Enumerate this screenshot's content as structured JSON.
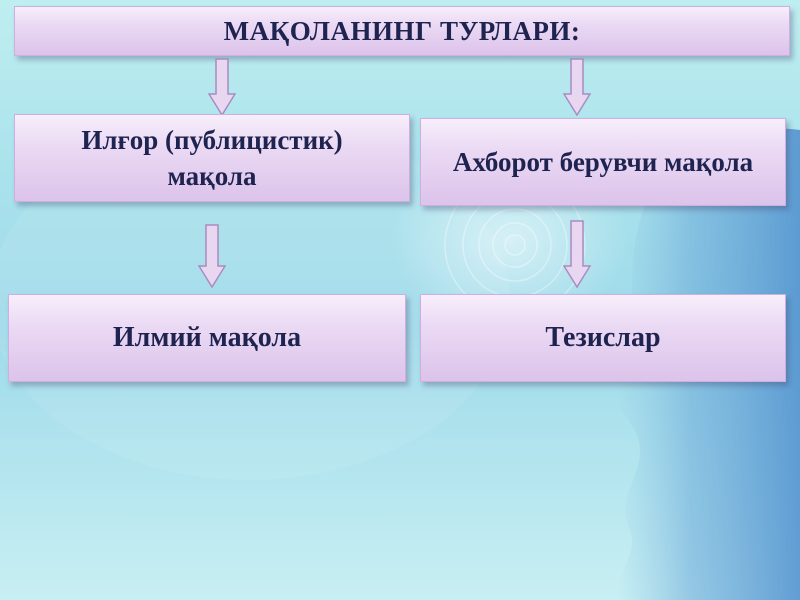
{
  "diagram": {
    "title": "МАҚОЛАНИНГ ТУРЛАРИ:",
    "types": [
      "Илғор (публицистик) мақола",
      "Ахборот берувчи мақола",
      "Илмий мақола",
      "Тезислар"
    ]
  }
}
